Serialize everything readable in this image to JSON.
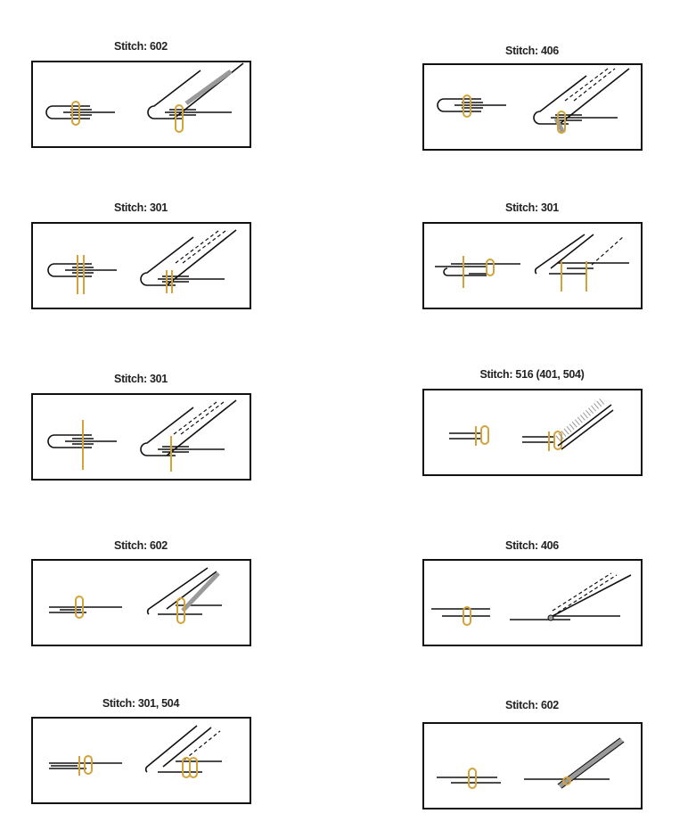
{
  "colors": {
    "thread": "#d4a23a",
    "line": "#111111",
    "tape": "#9a9a9a"
  },
  "panels": [
    {
      "title": "Stitch: 602"
    },
    {
      "title": "Stitch: 406"
    },
    {
      "title": "Stitch: 301"
    },
    {
      "title": "Stitch: 301"
    },
    {
      "title": "Stitch: 301"
    },
    {
      "title": "Stitch: 516 (401, 504)"
    },
    {
      "title": "Stitch: 602"
    },
    {
      "title": "Stitch: 406"
    },
    {
      "title": "Stitch: 301, 504"
    },
    {
      "title": "Stitch: 602"
    }
  ]
}
